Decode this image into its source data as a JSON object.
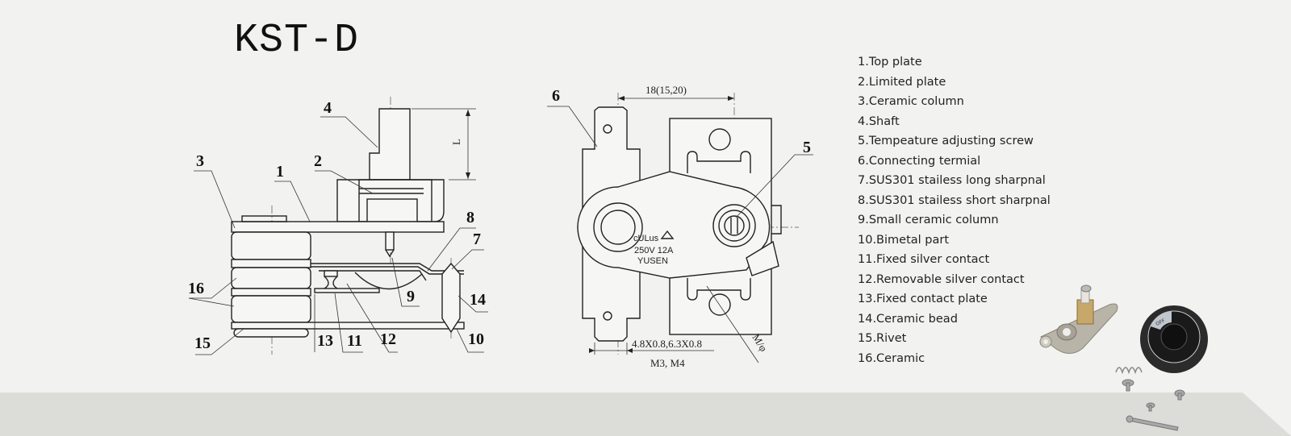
{
  "title": "KST-D",
  "side_view": {
    "labels": [
      "1",
      "2",
      "3",
      "4",
      "7",
      "8",
      "9",
      "10",
      "11",
      "12",
      "13",
      "14",
      "15",
      "16"
    ],
    "dimension_L": "L"
  },
  "front_view": {
    "labels": [
      "5",
      "6"
    ],
    "dim_top": "18(15,20)",
    "dim_terminal": "4.8X0.8,6.3X0.8",
    "dim_screw": "M3, M4",
    "dim_hole": "M/φ",
    "cert_mark": "cULus",
    "rating": "250V 12A",
    "brand": "YUSEN"
  },
  "parts_list": [
    "1.Top plate",
    "2.Limited plate",
    "3.Ceramic column",
    "4.Shaft",
    "5.Tempeature adjusting screw",
    "6.Connecting termial",
    "7.SUS301 stailess long sharpnal",
    "8.SUS301 stailess short sharpnal",
    "9.Small ceramic column",
    "10.Bimetal part",
    "11.Fixed silver contact",
    "12.Removable silver contact",
    "13.Fixed contact plate",
    "14.Ceramic bead",
    "15.Rivet",
    "16.Ceramic"
  ],
  "product_photo": {
    "knob_text": "OFF"
  }
}
